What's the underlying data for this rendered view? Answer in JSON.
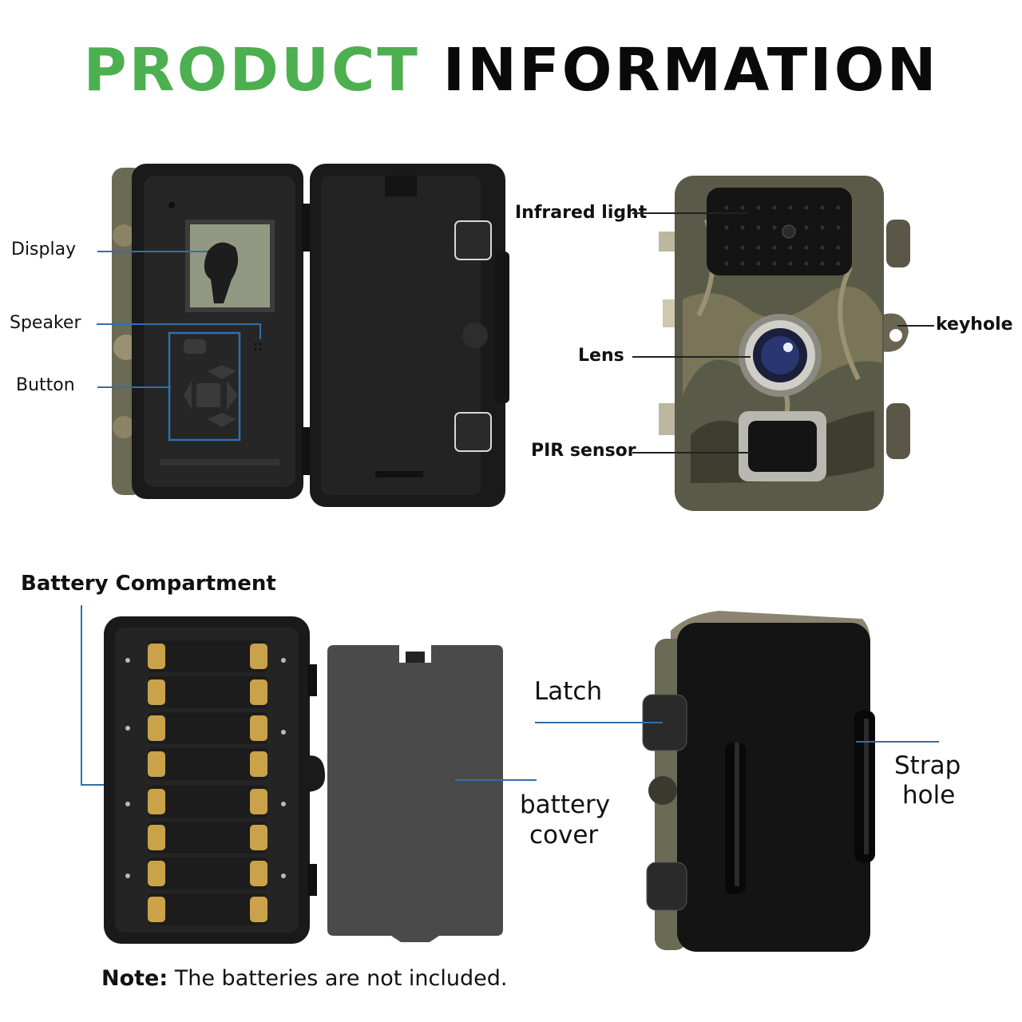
{
  "title": {
    "part1": "PRODUCT",
    "part2": "INFORMATION"
  },
  "colors": {
    "green": "#4caf50",
    "blue_line": "#2f6fae",
    "camo_dark": "#4a4a3a"
  },
  "open_camera_labels": {
    "display": "Display",
    "speaker": "Speaker",
    "button": "Button"
  },
  "front_camera_labels": {
    "infrared": "Infrared light",
    "keyhole": "keyhole",
    "lens": "Lens",
    "pir": "PIR sensor"
  },
  "battery_labels": {
    "compartment": "Battery Compartment",
    "cover_line1": "battery",
    "cover_line2": "cover"
  },
  "back_labels": {
    "latch": "Latch",
    "strap_line1": "Strap",
    "strap_line2": "hole"
  },
  "note": {
    "prefix": "Note:",
    "text": " The batteries are not included."
  }
}
